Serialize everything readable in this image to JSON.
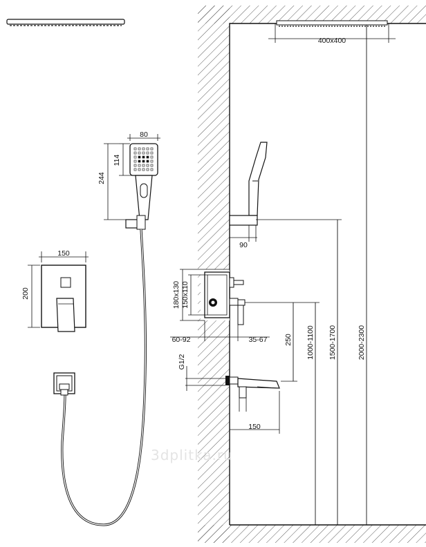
{
  "dimensions": {
    "rain_head_size": "400x400",
    "hand_shower_width": "80",
    "hand_shower_head_height": "114",
    "hand_shower_length": "244",
    "holder_depth": "90",
    "plate_width": "150",
    "plate_height": "200",
    "box_outer": "180x130",
    "box_inner": "150x110",
    "box_depth": "60-92",
    "handle_projection": "35-67",
    "mixer_to_spout": "250",
    "thread": "G1/2",
    "spout_length": "150",
    "mixer_height": "1000-1100",
    "holder_height": "1500-1700",
    "rain_head_height": "2000-2300"
  },
  "watermark": "3dplitka.ru",
  "colors": {
    "line": "#111111",
    "watermark": "#e4e4e4"
  }
}
